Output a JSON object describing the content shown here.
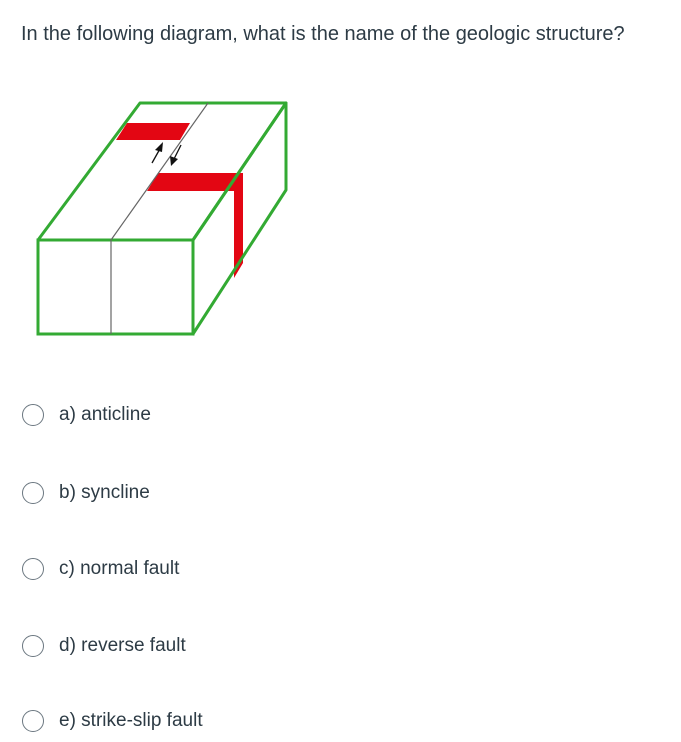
{
  "question": {
    "text": "In the following diagram, what is the name of the geologic structure?"
  },
  "diagram": {
    "block_color": "#33aa33",
    "layer_color": "#e30613",
    "fault_line_color": "#666666",
    "arrows": "opposing horizontal motion along fault"
  },
  "answers": [
    {
      "label": "a)  anticline",
      "selected": false
    },
    {
      "label": "b)  syncline",
      "selected": false
    },
    {
      "label": "c)  normal fault",
      "selected": false
    },
    {
      "label": "d)  reverse fault",
      "selected": false
    },
    {
      "label": "e)  strike-slip fault",
      "selected": false
    }
  ]
}
